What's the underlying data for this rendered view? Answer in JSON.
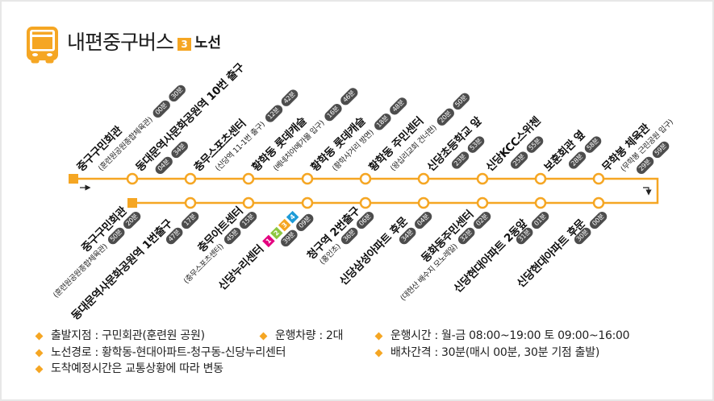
{
  "header": {
    "icon": "bus-icon",
    "title": "내편중구버스",
    "route_number": "3",
    "route_label": "노선"
  },
  "colors": {
    "accent": "#F5A623",
    "time_badge": "#4D4D4D",
    "subway_line_1": "#E4007F",
    "subway_line_2": "#8DC63F",
    "subway_line_3": "#F5A623",
    "subway_line_4": "#1E9BD7"
  },
  "route": {
    "outbound": [
      {
        "name": "중구구민회관",
        "sub": "(훈련원공원종합체육관)",
        "times": [
          "00분",
          "30분"
        ]
      },
      {
        "name": "동대문역사문화공원역 10번 출구",
        "times": [
          "04분",
          "34분"
        ]
      },
      {
        "name": "충무스포츠센터",
        "sub": "(신당역 11-1번 출구)",
        "times": [
          "12분",
          "42분"
        ]
      },
      {
        "name": "황학동 롯데캐슬",
        "sub": "(베네치아메가몰 입구)",
        "times": [
          "16분",
          "46분"
        ]
      },
      {
        "name": "황학동 롯데캐슬",
        "sub": "(황학사거리 방면)",
        "times": [
          "18분",
          "48분"
        ]
      },
      {
        "name": "황학동 주민센터",
        "sub": "(왕십리교회 건너편)",
        "times": [
          "20분",
          "50분"
        ]
      },
      {
        "name": "신당초등학교 앞",
        "times": [
          "23분",
          "53분"
        ]
      },
      {
        "name": "신당KCC스위첸",
        "times": [
          "25분",
          "55분"
        ]
      },
      {
        "name": "보훈회관 옆",
        "times": [
          "28분",
          "58분"
        ]
      },
      {
        "name": "무학봉 체육관",
        "sub": "(무학봉 근린공원 입구)",
        "times": [
          "29분",
          "59분"
        ]
      }
    ],
    "inbound": [
      {
        "name": "중구구민회관",
        "sub": "(훈련원공원종합체육관)",
        "times": [
          "50분",
          "20분"
        ]
      },
      {
        "name": "동대문역사문화공원역 1번출구",
        "times": [
          "47분",
          "17분"
        ]
      },
      {
        "name": "충무아트센터",
        "sub": "(충무스포츠센터)",
        "times": [
          "45분",
          "15분"
        ]
      },
      {
        "name": "신당누리센터",
        "transfers": [
          "1",
          "2",
          "3",
          "4"
        ],
        "times": [
          "39분",
          "09분"
        ]
      },
      {
        "name": "청구역 2번출구",
        "sub": "(홍인초)",
        "times": [
          "36분",
          "06분"
        ]
      },
      {
        "name": "신당삼성아파트 후문",
        "times": [
          "34분",
          "04분"
        ]
      },
      {
        "name": "동화동주민센터",
        "sub": "(대현산 배수지 모노레일)",
        "times": [
          "32분",
          "02분"
        ]
      },
      {
        "name": "신당현대아파트 2동앞",
        "times": [
          "31분",
          "01분"
        ]
      },
      {
        "name": "신당현대아파트 후문",
        "times": [
          "30분",
          "00분"
        ]
      }
    ]
  },
  "info": {
    "items": [
      {
        "text": "출발지점 : 구민회관(훈련원 공원)"
      },
      {
        "text": "운행차량 : 2대"
      },
      {
        "text": "운행시간 : 월-금 08:00~19:00 토 09:00~16:00"
      },
      {
        "text": "노선경로 : 황학동-현대아파트-청구동-신당누리센터"
      },
      {
        "text": "배차간격 : 30분(매시 00분, 30분 기점 출발)"
      },
      {
        "text": "도착예정시간은 교통상황에 따라 변동"
      }
    ]
  }
}
